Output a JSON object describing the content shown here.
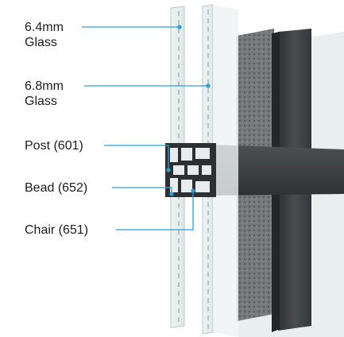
{
  "colors": {
    "leader": "#2b9fd8",
    "frame": "#3f4244",
    "frame_dark": "#2a2c2e",
    "glass": "#e3ecec",
    "glass_edge": "#b9c8c8",
    "insulation": "#6f7274",
    "text": "#1c1c1c"
  },
  "labels": {
    "glass_outer": {
      "line1": "6.4mm",
      "line2": "Glass"
    },
    "glass_inner": {
      "line1": "6.8mm",
      "line2": "Glass"
    },
    "post": "Post (601)",
    "bead": "Bead (652)",
    "chair": "Chair (651)"
  }
}
